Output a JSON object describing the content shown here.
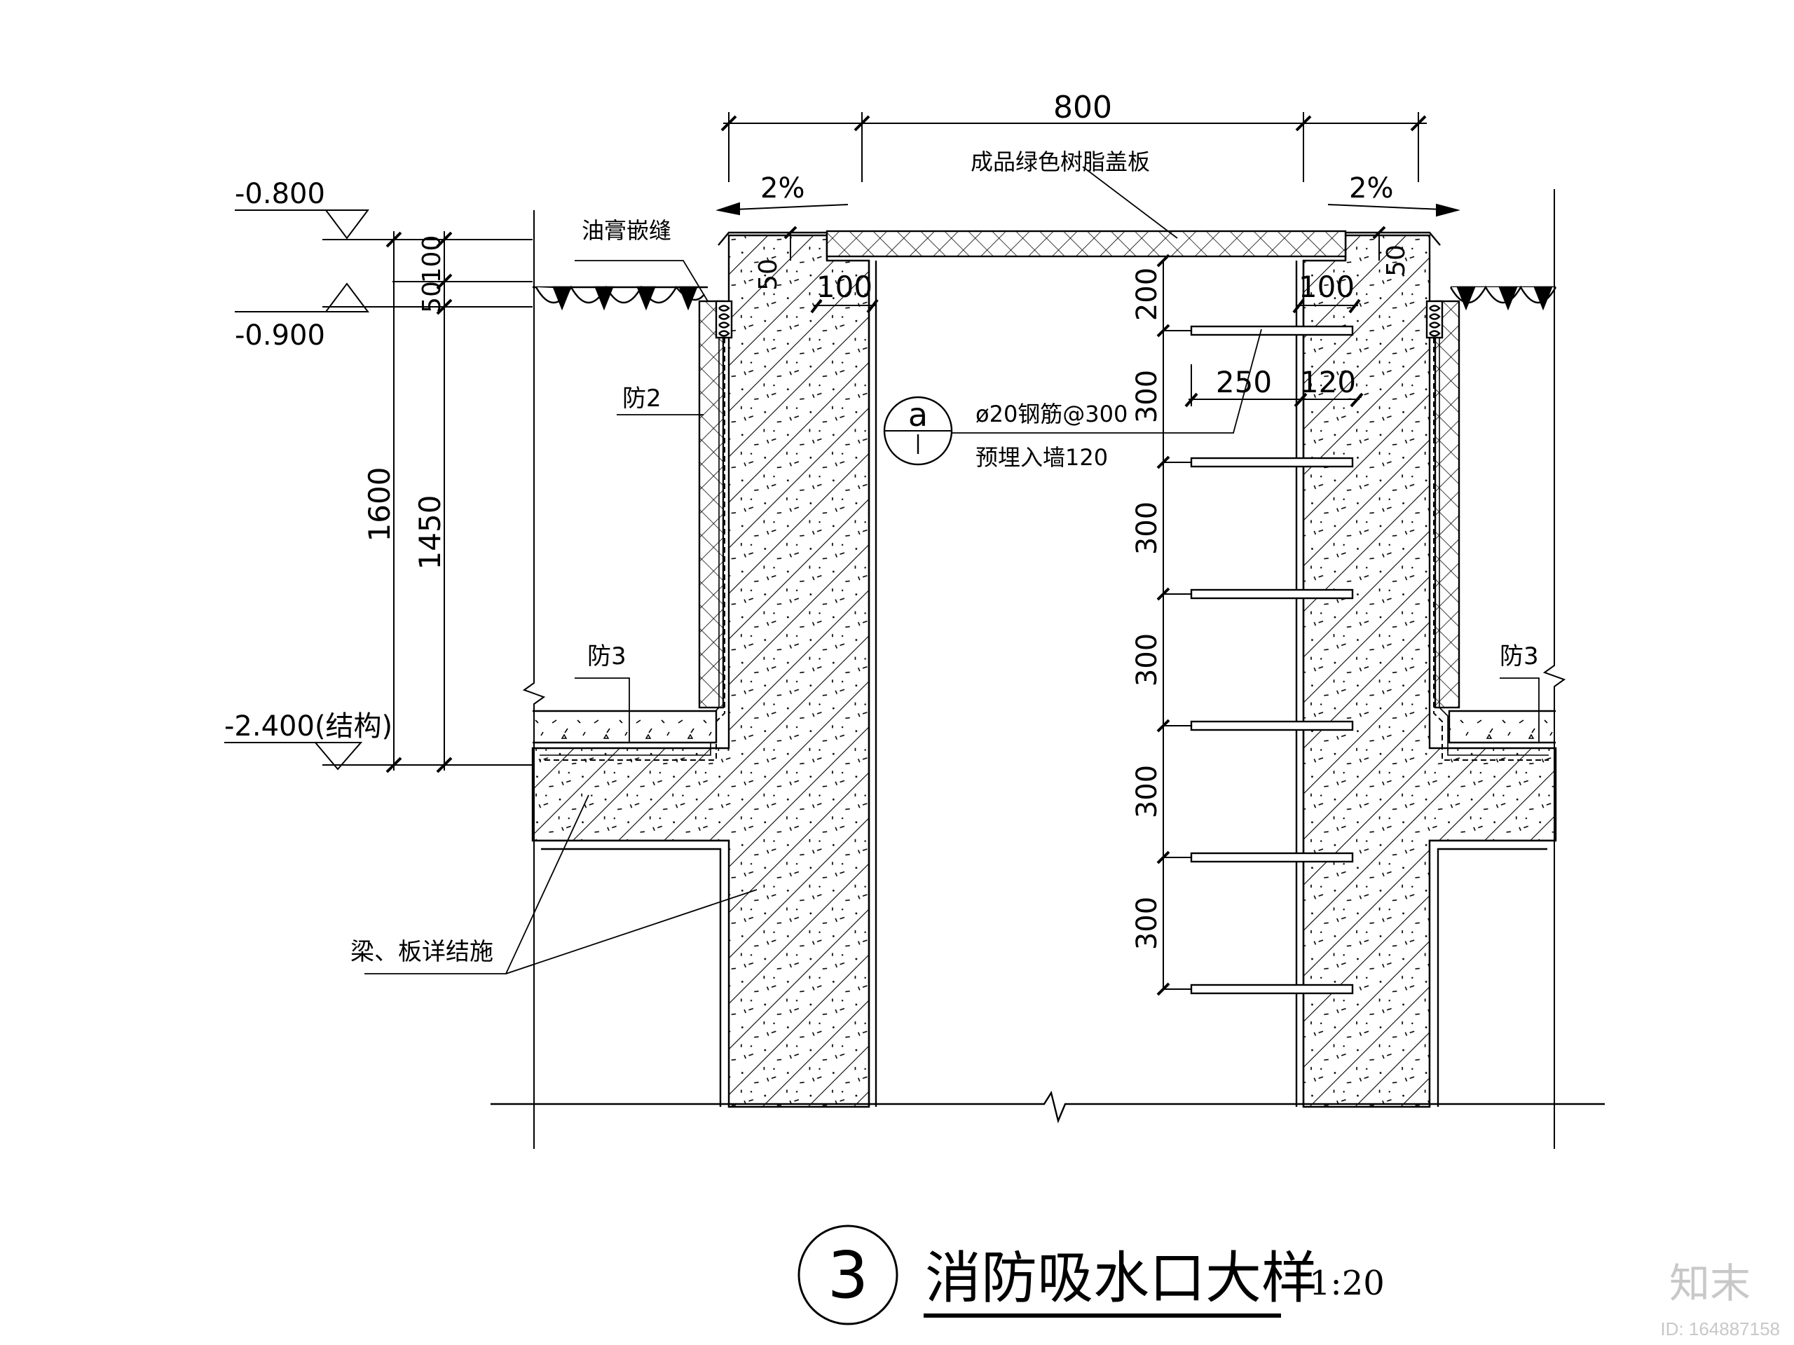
{
  "drawing": {
    "dim_total_width": "800",
    "slope_left": "2%",
    "slope_right": "2%",
    "cover_label": "成品绿色树脂盖板",
    "sealant_label": "油膏嵌缝",
    "elev_top": "-0.800",
    "elev_ground": "-0.900",
    "elev_struct": "-2.400(结构)",
    "dim_curb_left": "50",
    "dim_curb_right": "50",
    "dim_gap_100": "100",
    "dim_50b": "50",
    "dim_1600": "1600",
    "dim_1450": "1450",
    "dim_wall_left": "100",
    "dim_wall_right": "100",
    "dim_200": "200",
    "dim_step": "300",
    "dim_250": "250",
    "dim_120": "120",
    "waterproof_2": "防2",
    "waterproof_3_left": "防3",
    "waterproof_3_right": "防3",
    "rebar_note_1": "ø20钢筋@300",
    "rebar_note_2": "预埋入墙120",
    "callout_letter": "a",
    "beam_note": "梁、板详结施",
    "title_number": "3",
    "title_text": "消防吸水口大样",
    "scale": "1:20",
    "watermark": "知末",
    "image_id": "ID: 164887158"
  }
}
